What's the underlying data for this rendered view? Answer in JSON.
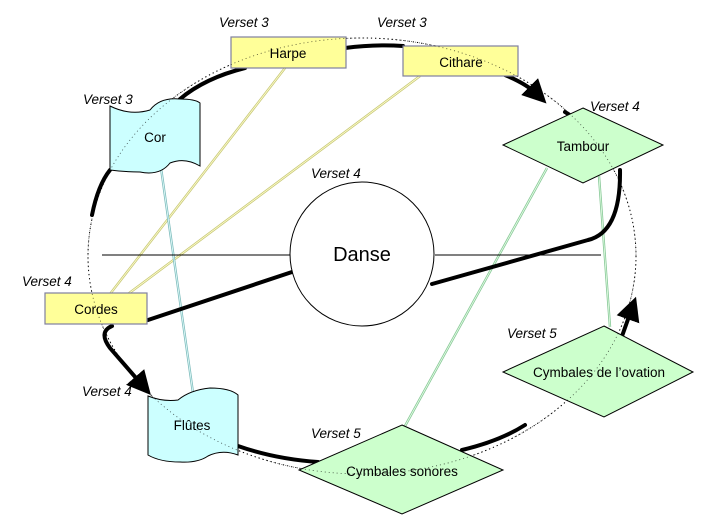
{
  "colors": {
    "rect_fill": "#ffff99",
    "rect_stroke": "#7f7f9f",
    "wave_fill": "#ccffff",
    "diamond_fill": "#ccffcc",
    "yellow_link": "#e6e68c",
    "cyan_link": "#99d6d6",
    "green_link": "#99d6a6",
    "circle_fill": "#ffffff",
    "ink": "#000000"
  },
  "center": {
    "label": "Danse",
    "verset": "Verset 4"
  },
  "nodes": [
    {
      "id": "harpe",
      "label": "Harpe",
      "shape": "rectangle",
      "verset": "Verset 3"
    },
    {
      "id": "cithare",
      "label": "Cithare",
      "shape": "rectangle",
      "verset": "Verset 3"
    },
    {
      "id": "cor",
      "label": "Cor",
      "shape": "wave",
      "verset": "Verset 3"
    },
    {
      "id": "tambour",
      "label": "Tambour",
      "shape": "diamond",
      "verset": "Verset 4"
    },
    {
      "id": "cordes",
      "label": "Cordes",
      "shape": "rectangle",
      "verset": "Verset 4"
    },
    {
      "id": "flutes",
      "label": "Flûtes",
      "shape": "wave",
      "verset": "Verset 4"
    },
    {
      "id": "cymbales_sonores",
      "label": "Cymbales sonores",
      "shape": "diamond",
      "verset": "Verset 5"
    },
    {
      "id": "cymbales_ovation",
      "label": "Cymbales de l’ovation",
      "shape": "diamond",
      "verset": "Verset 5"
    }
  ],
  "links": [
    {
      "from": "harpe",
      "to": "cordes",
      "style": "yellow"
    },
    {
      "from": "cithare",
      "to": "cordes",
      "style": "yellow"
    },
    {
      "from": "cor",
      "to": "flutes",
      "style": "cyan"
    },
    {
      "from": "tambour",
      "to": "cymbales_sonores",
      "style": "green"
    },
    {
      "from": "tambour",
      "to": "cymbales_ovation",
      "style": "green"
    }
  ]
}
